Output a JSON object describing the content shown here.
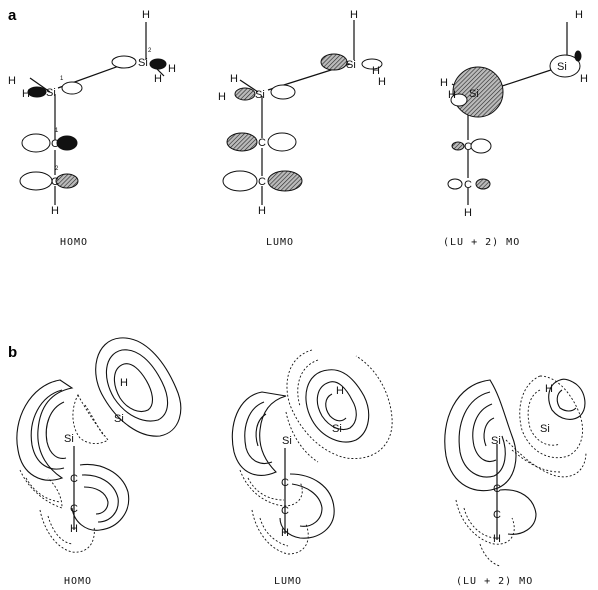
{
  "panel_a": {
    "letter": "a",
    "labels": {
      "homo": "HOMO",
      "lumo": "LUMO",
      "lu2": "(LU + 2) MO"
    },
    "atoms": {
      "si": "Si",
      "c": "C",
      "h": "H"
    },
    "numbering": {
      "one": "1",
      "two": "2"
    }
  },
  "panel_b": {
    "letter": "b",
    "labels": {
      "homo": "HOMO",
      "lumo": "LUMO",
      "lu2": "(LU + 2) MO"
    },
    "atoms": {
      "si": "Si",
      "c": "C",
      "h": "H"
    }
  },
  "colors": {
    "ink": "#111111",
    "background": "#ffffff"
  }
}
